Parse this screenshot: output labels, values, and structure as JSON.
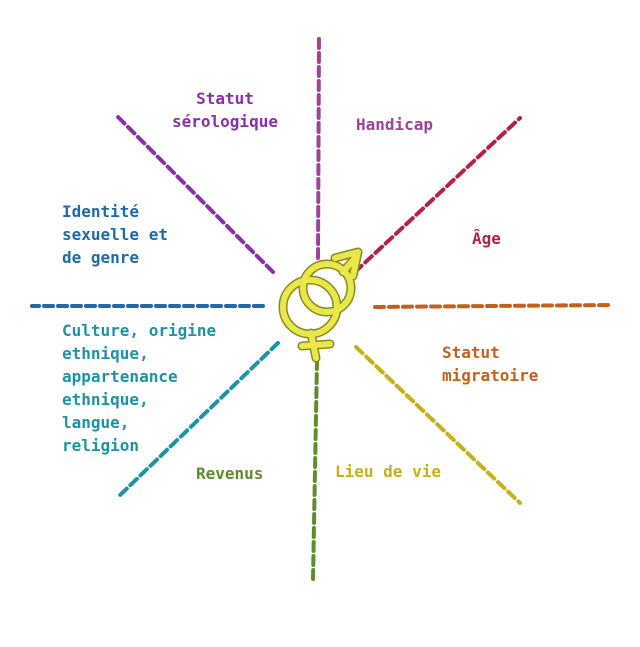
{
  "center_symbol": {
    "icon": "gender-symbol-icon",
    "fill": "#e8e84a",
    "stroke": "#8a8a1e"
  },
  "spokes": [
    {
      "id": "serologie",
      "color": "#8b2fa8",
      "lines": [
        "Statut",
        "sérologique"
      ]
    },
    {
      "id": "handicap",
      "color": "#a0429c",
      "lines": [
        "Handicap"
      ]
    },
    {
      "id": "identite",
      "color": "#1f6aa8",
      "lines": [
        "Identité",
        "sexuelle et",
        "de genre"
      ]
    },
    {
      "id": "age",
      "color": "#b52246",
      "lines": [
        "Âge"
      ]
    },
    {
      "id": "culture",
      "color": "#1d93a6",
      "lines": [
        "Culture, origine",
        "ethnique,",
        "appartenance",
        "ethnique,",
        "langue,",
        "religion"
      ]
    },
    {
      "id": "migratoire",
      "color": "#c65f1c",
      "lines": [
        "Statut",
        "migratoire"
      ]
    },
    {
      "id": "revenus",
      "color": "#5f8d2e",
      "lines": [
        "Revenus"
      ]
    },
    {
      "id": "lieu",
      "color": "#c7b11a",
      "lines": [
        "Lieu de vie"
      ]
    }
  ]
}
